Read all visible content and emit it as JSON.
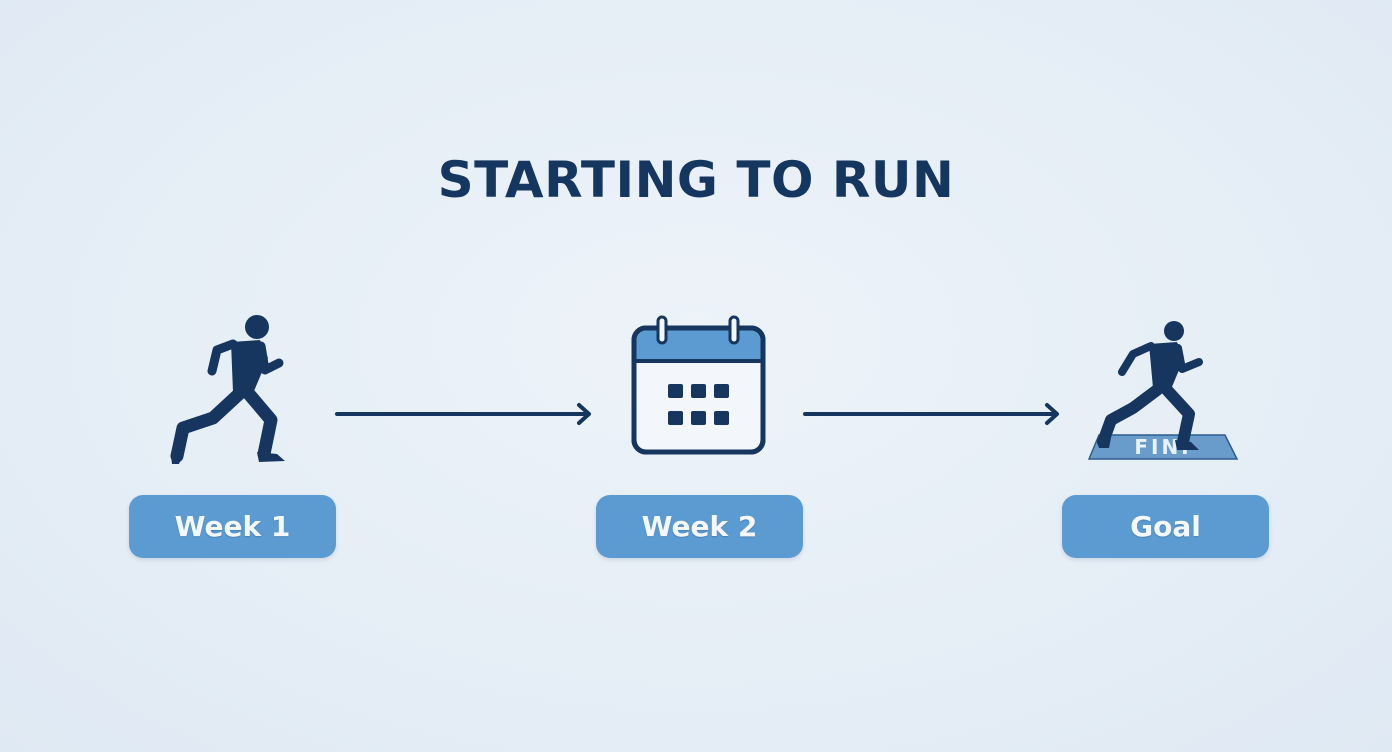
{
  "title": "STARTING TO RUN",
  "stages": [
    {
      "label": "Week 1",
      "icon": "runner-icon"
    },
    {
      "label": "Week 2",
      "icon": "calendar-icon"
    },
    {
      "label": "Goal",
      "icon": "runner-finish-line-icon"
    }
  ],
  "finish_mat_text": "FINI",
  "colors": {
    "primary_dark": "#15365e",
    "pill": "#5b9bd2",
    "pill_text": "#f4f8fc",
    "background": "#e6eef6"
  }
}
